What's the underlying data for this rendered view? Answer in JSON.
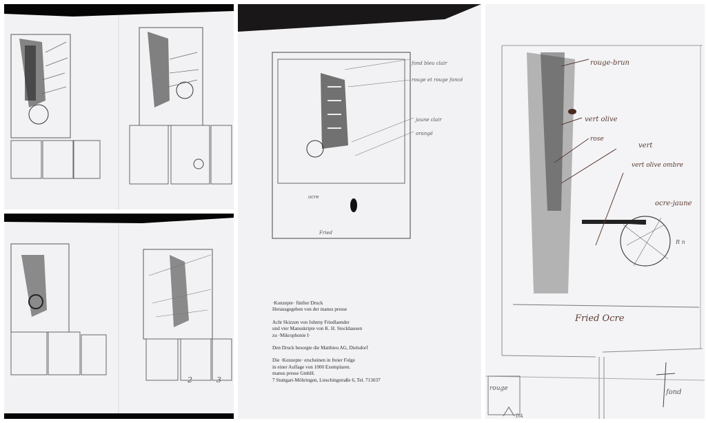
{
  "layout": {
    "panels": [
      "top-left-folder-spread",
      "bottom-left-folder-spread",
      "center-colophon-sheet",
      "right-sketch-detail"
    ],
    "background": "#ffffff",
    "paper_color": "#f2f2f4",
    "shadow_band_color": "#050505"
  },
  "colophon": {
    "block1": [
      "·Konzepte· fünfter Druck",
      "Herausgegeben von der manus presse"
    ],
    "block2": [
      "Acht Skizzen von Johnny Friedlaender",
      "und vier Manuskripte von K. H. Stockhausen",
      "zu ·Mikrophonie I·"
    ],
    "block3": [
      "Den Druck besorgte die Matthieu AG, Dielsdorf"
    ],
    "block4": [
      "Die ·Konzepte· erscheinen in freier Folge",
      "in einer Auflage von 1000 Exemplaren.",
      "manus presse GmbH.",
      "7 Stuttgart-Möhringen, Lieschingstraße 6, Tel. 713037"
    ]
  },
  "center_sketch_annotations": [
    "fond bleu clair",
    "rouge et rouge foncé",
    "jaune clair",
    "orangé",
    "ocre",
    "Fried"
  ],
  "right_sketch_annotations": {
    "top": "rouge-brun",
    "a": "vert olive",
    "b": "rose",
    "c": "vert",
    "d": "vert olive ombre",
    "e": "ocre-jaune",
    "signature": "Fried Ocre",
    "bottom_left": "rouge",
    "bottom_right": "fond",
    "bottom_small": "DA",
    "letters": "R n"
  },
  "bottom_left_numbers": [
    "2",
    "3"
  ]
}
